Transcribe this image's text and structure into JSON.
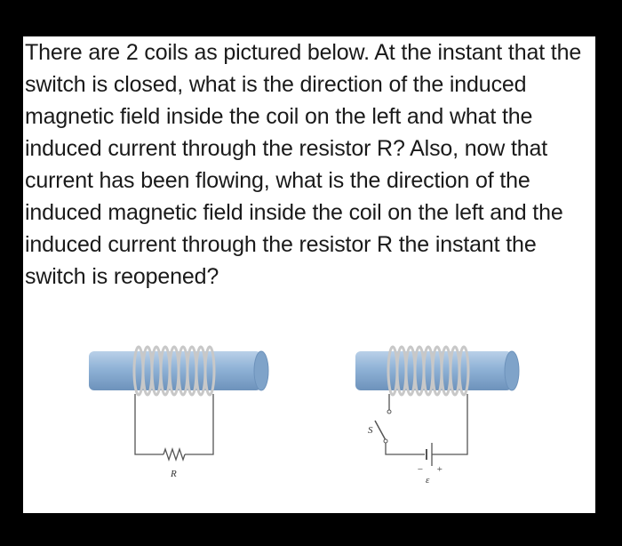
{
  "question": {
    "text": "There are 2 coils as pictured below. At the instant that the switch is closed, what is the direction of the induced magnetic field inside the coil on the left and what the induced current through the resistor R? Also, now that current has been flowing, what is the direction of the induced magnetic field inside the coil on the left and the induced current through the resistor R the instant the switch is reopened?"
  },
  "figure": {
    "resistor_label": "R",
    "switch_label": "S",
    "emf_label": "ε",
    "battery_plus": "+",
    "battery_minus": "−",
    "colors": {
      "rod": "#8fb2d6",
      "rod_shadow": "#6d92bb",
      "coil": "#c8c8c8",
      "wire": "#555555"
    }
  }
}
